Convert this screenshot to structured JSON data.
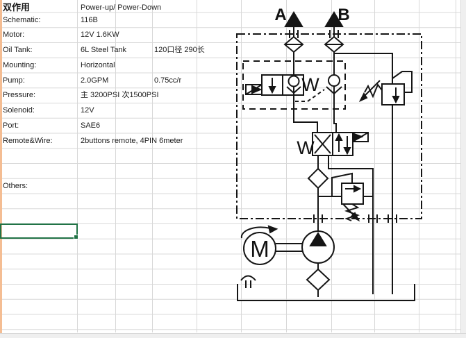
{
  "sheet": {
    "rows": [
      {
        "row": 1,
        "label": "双作用",
        "value": "Power-up/ Power-Down",
        "extra": "",
        "bold_label": true
      },
      {
        "row": 2,
        "label": "Schematic:",
        "value": "116B",
        "extra": ""
      },
      {
        "row": 3,
        "label": "Motor:",
        "value": "12V 1.6KW",
        "extra": ""
      },
      {
        "row": 4,
        "label": "Oil Tank:",
        "value": "6L Steel Tank",
        "extra": "120口径 290长"
      },
      {
        "row": 5,
        "label": "Mounting:",
        "value": "Horizontal",
        "extra": ""
      },
      {
        "row": 6,
        "label": "Pump:",
        "value": "2.0GPM",
        "extra": "0.75cc/r"
      },
      {
        "row": 7,
        "label": "Pressure:",
        "value": "主 3200PSI 次1500PSI",
        "extra": ""
      },
      {
        "row": 8,
        "label": "Solenoid:",
        "value": "12V",
        "extra": ""
      },
      {
        "row": 9,
        "label": "Port:",
        "value": "SAE6",
        "extra": ""
      },
      {
        "row": 10,
        "label": "Remote&Wire:",
        "value": "2buttons remote, 4PIN 6meter",
        "extra": ""
      },
      {
        "row": 13,
        "label": "Others:",
        "value": "",
        "extra": ""
      }
    ],
    "selection": {
      "row": 16,
      "col": "A"
    }
  },
  "diagram": {
    "port_a": "A",
    "port_b": "B",
    "motor": "M",
    "spring_top_valve": "W",
    "spring_directional_valve": "W"
  },
  "colors": {
    "accent_strip": "#f4bd93",
    "selection_border": "#217346",
    "gridline": "#d8d8d8",
    "diagram_line": "#151515",
    "app_edge": "#efefef",
    "text": "#1c1c1c"
  }
}
